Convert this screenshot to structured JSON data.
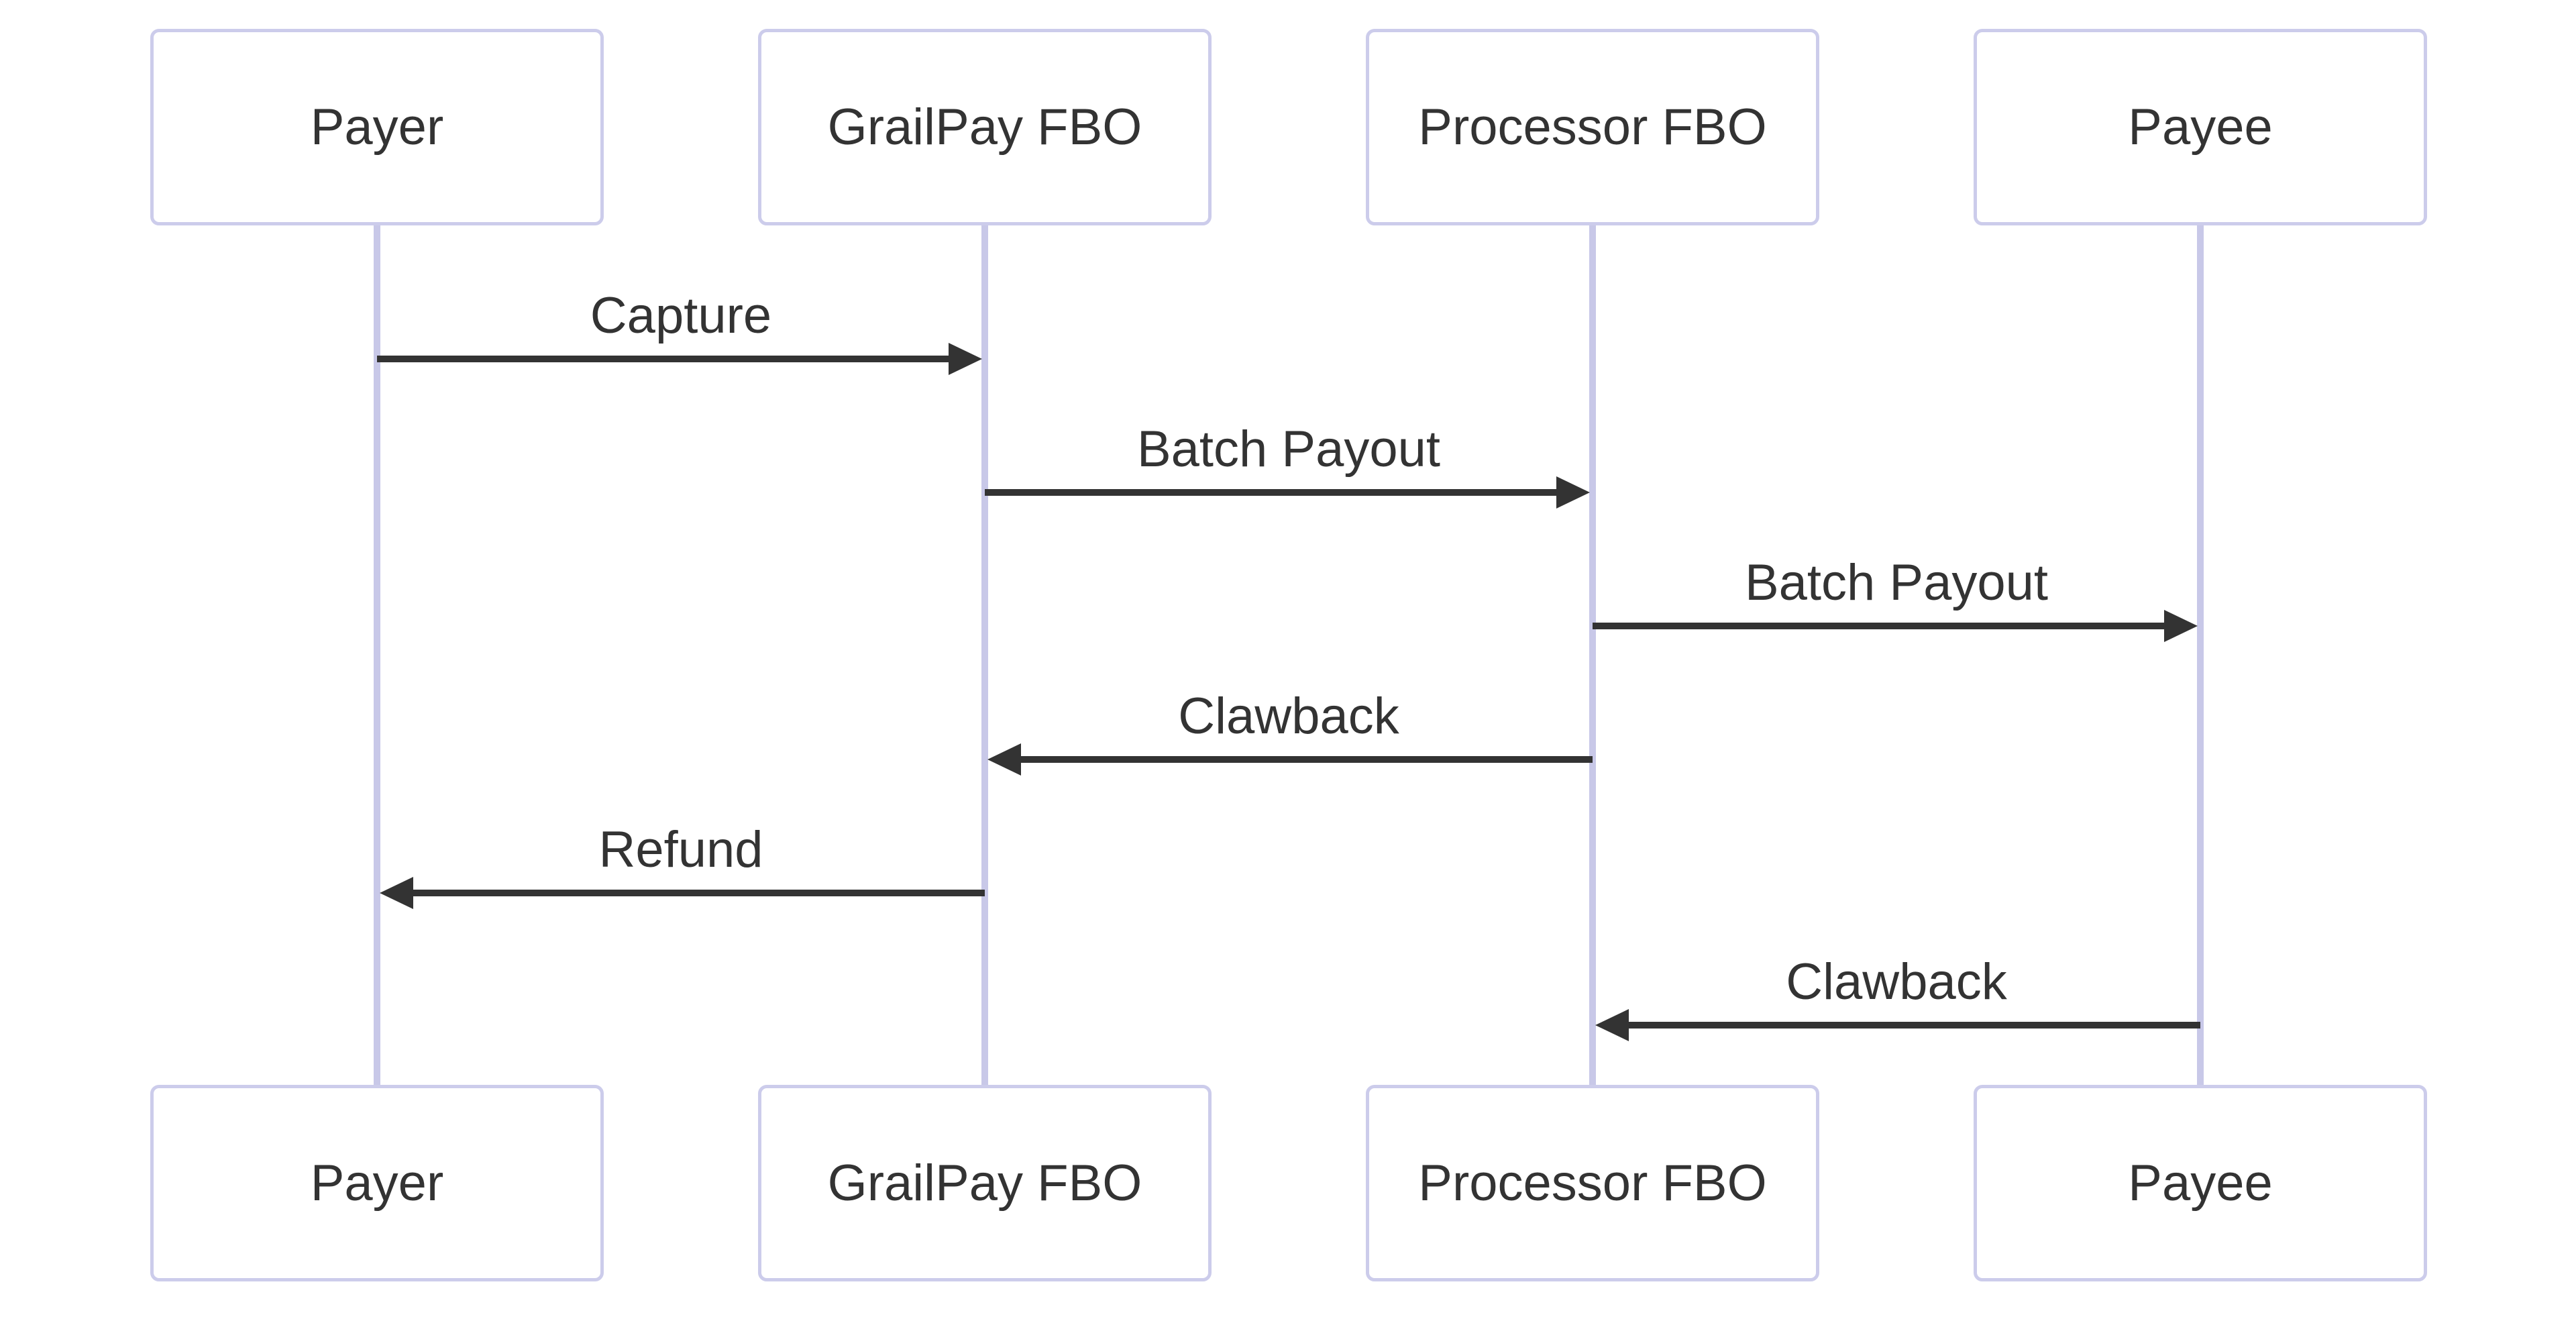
{
  "diagram": {
    "kind": "sequence-diagram",
    "background_color": "#ffffff",
    "actors": [
      {
        "id": "payer",
        "name": "Payer"
      },
      {
        "id": "grailpay-fbo",
        "name": "GrailPay FBO"
      },
      {
        "id": "processor-fbo",
        "name": "Processor FBO"
      },
      {
        "id": "payee",
        "name": "Payee"
      }
    ],
    "messages": [
      {
        "label": "Capture",
        "from": "Payer",
        "to": "GrailPay FBO",
        "arrow": "solid-filled",
        "direction": "right"
      },
      {
        "label": "Batch Payout",
        "from": "GrailPay FBO",
        "to": "Processor FBO",
        "arrow": "solid-filled",
        "direction": "right"
      },
      {
        "label": "Batch Payout",
        "from": "Processor FBO",
        "to": "Payee",
        "arrow": "solid-filled",
        "direction": "right"
      },
      {
        "label": "Clawback",
        "from": "Processor FBO",
        "to": "GrailPay FBO",
        "arrow": "solid-filled",
        "direction": "left"
      },
      {
        "label": "Refund",
        "from": "GrailPay FBO",
        "to": "Payer",
        "arrow": "solid-filled",
        "direction": "left"
      },
      {
        "label": "Clawback",
        "from": "Payee",
        "to": "Processor FBO",
        "arrow": "solid-filled",
        "direction": "left"
      }
    ],
    "colors": {
      "actor_box_border": "#cccceb",
      "actor_box_fill": "#ffffff",
      "lifeline": "#c8c8e8",
      "arrow": "#333333",
      "text": "#333333"
    }
  }
}
